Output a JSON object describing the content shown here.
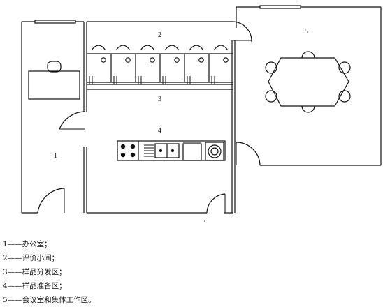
{
  "rooms": [
    {
      "id": "1",
      "label": "1"
    },
    {
      "id": "2",
      "label": "2"
    },
    {
      "id": "3",
      "label": "3"
    },
    {
      "id": "4",
      "label": "4"
    },
    {
      "id": "5",
      "label": "5"
    }
  ],
  "legend": [
    {
      "num": "1",
      "text": "办公室；"
    },
    {
      "num": "2",
      "text": "评价小间；"
    },
    {
      "num": "3",
      "text": "样品分发区；"
    },
    {
      "num": "4",
      "text": "样品准备区；"
    },
    {
      "num": "5",
      "text": "会议室和集体工作区。"
    }
  ],
  "legend_separator": "——"
}
